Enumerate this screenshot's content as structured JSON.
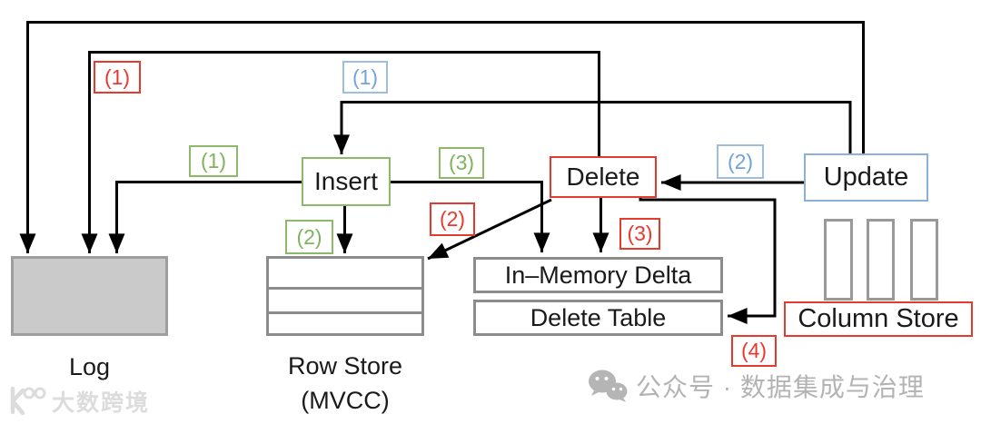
{
  "nodes": {
    "insert": {
      "label": "Insert"
    },
    "delete": {
      "label": "Delete"
    },
    "update": {
      "label": "Update"
    },
    "in_memory_delta": {
      "label": "In–Memory Delta"
    },
    "delete_table": {
      "label": "Delete Table"
    },
    "column_store": {
      "label": "Column Store"
    },
    "log": {
      "caption": "Log"
    },
    "row_store": {
      "caption_line1": "Row Store",
      "caption_line2": "(MVCC)"
    }
  },
  "step_labels": {
    "red_1": "(1)",
    "blue_1": "(1)",
    "green_1": "(1)",
    "green_2": "(2)",
    "green_3": "(3)",
    "blue_2": "(2)",
    "red_2": "(2)",
    "red_3": "(3)",
    "red_4": "(4)"
  },
  "watermarks": {
    "left_text": "大数跨境",
    "right_text": "公众号 · 数据集成与治理"
  },
  "colors": {
    "insert_green": "#8cba68",
    "delete_red": "#e8392e",
    "update_blue": "#8ab0dc",
    "store_gray_border": "#8c8c8c",
    "log_fill": "#cacaca",
    "connector_black": "#000000",
    "watermark_gray": "#b3b3b3"
  }
}
